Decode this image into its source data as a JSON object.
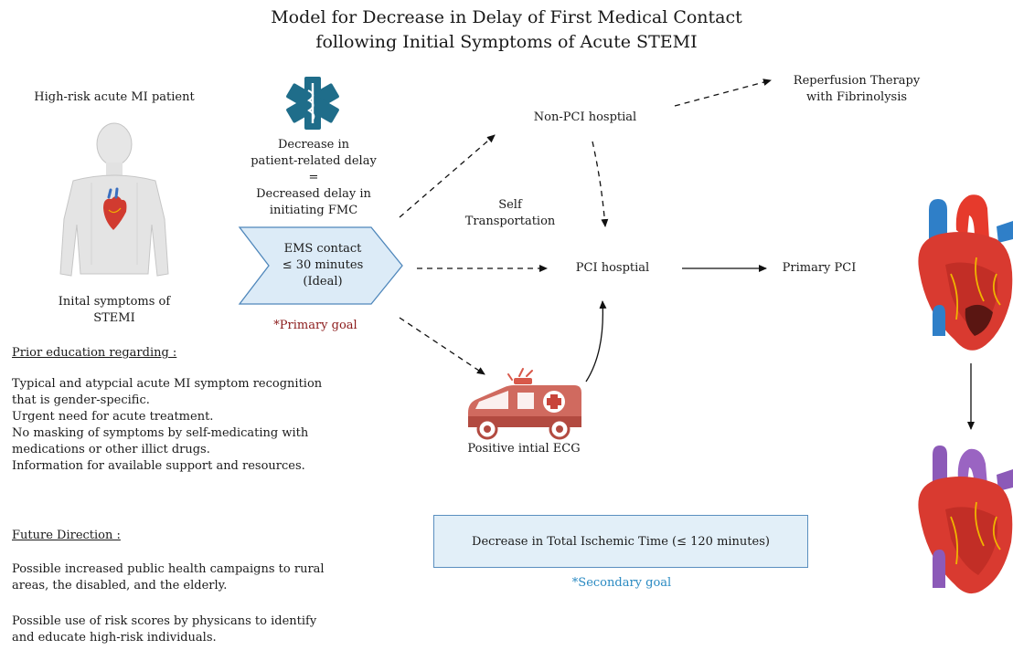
{
  "title": {
    "line1": "Model for Decrease in Delay of First Medical Contact",
    "line2": "following Initial Symptoms of Acute STEMI"
  },
  "patient": {
    "label": "High-risk acute MI patient",
    "symptoms_line1": "Inital symptoms of",
    "symptoms_line2": "STEMI"
  },
  "delay_note": {
    "line1": "Decrease in",
    "line2": "patient-related delay",
    "line3": "=",
    "line4": "Decreased delay in",
    "line5": "initiating FMC"
  },
  "ems_box": {
    "line1": "EMS contact",
    "line2": "≤ 30 minutes",
    "line3": "(Ideal)"
  },
  "primary_goal": "*Primary goal",
  "nodes": {
    "non_pci": "Non-PCI hosptial",
    "reperfusion_line1": "Reperfusion Therapy",
    "reperfusion_line2": "with Fibrinolysis",
    "self_line1": "Self",
    "self_line2": "Transportation",
    "pci": "PCI hosptial",
    "primary_pci": "Primary PCI",
    "ecg": "Positive intial ECG"
  },
  "education": {
    "heading": "Prior education regarding :",
    "items": [
      "Typical and atypcial acute MI symptom recognition",
      "that is gender-specific.",
      "Urgent need for acute treatment.",
      "No masking of symptoms by self-medicating with",
      "medications or other illict drugs.",
      "Information for available support and resources."
    ]
  },
  "future": {
    "heading": "Future Direction :",
    "p1_line1": "Possible increased public health campaigns to rural",
    "p1_line2": "areas, the disabled, and the elderly.",
    "p2_line1": "Possible use of risk scores by physicans to identify",
    "p2_line2": "and educate high-risk individuals."
  },
  "secondary_box": "Decrease in Total Ischemic Time (≤ 120 minutes)",
  "secondary_goal": "*Secondary goal",
  "icons": [
    "star-of-life-icon",
    "human-figure-icon",
    "heart-icon",
    "ambulance-icon",
    "damaged-heart-icon",
    "healthy-heart-icon"
  ],
  "colors": {
    "ems_fill": "#dcebf7",
    "ems_stroke": "#4f87bb",
    "star_of_life": "#1f6d8a",
    "ambulance": "#c8564a",
    "heart_red": "#d93a30",
    "vessel_blue": "#2f7fc8",
    "vessel_purple": "#8c5ab8",
    "primary_goal": "#8b1a1a",
    "secondary_goal": "#2a8ac2"
  }
}
